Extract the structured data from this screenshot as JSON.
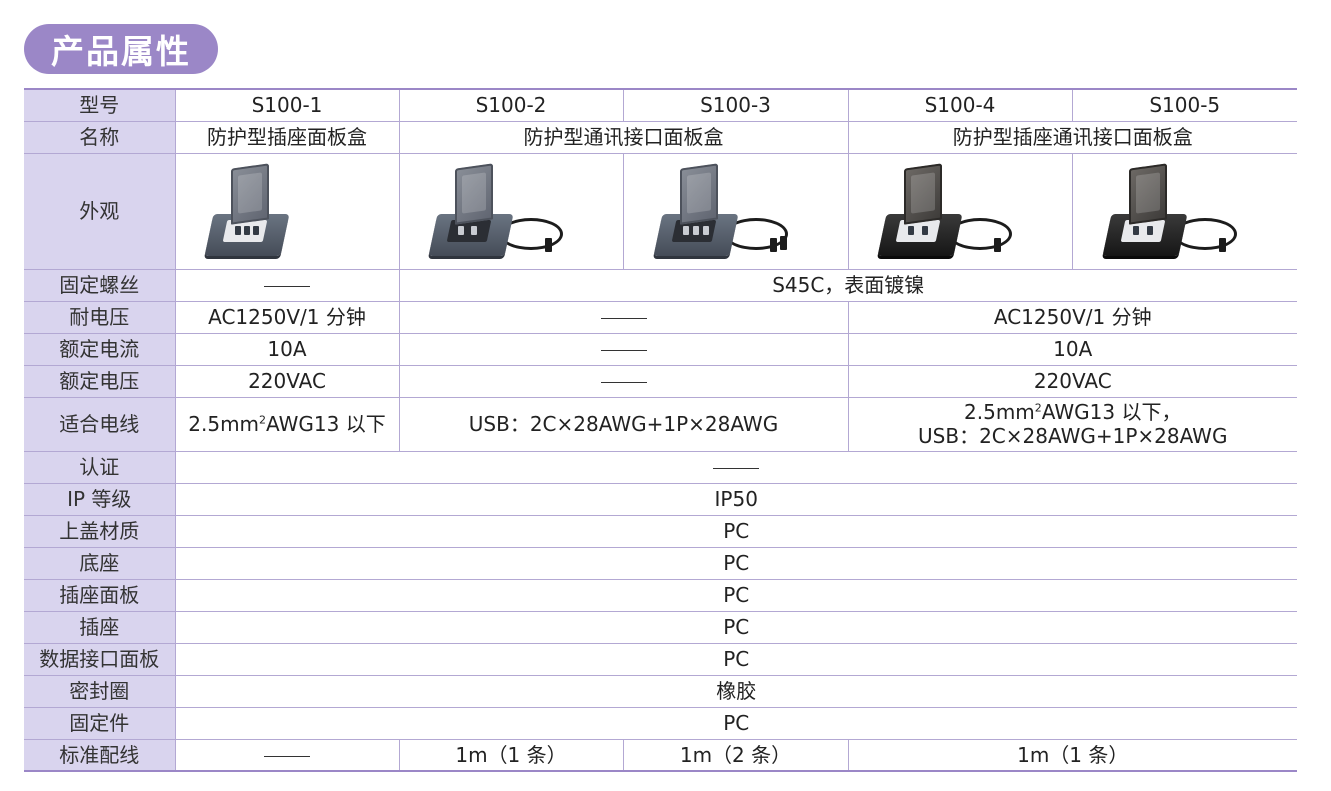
{
  "section_title": "产品属性",
  "labels": {
    "model": "型号",
    "name": "名称",
    "appearance": "外观",
    "screw": "固定螺丝",
    "withstand_voltage": "耐电压",
    "rated_current": "额定电流",
    "rated_voltage": "额定电压",
    "wire": "适合电线",
    "cert": "认证",
    "ip": "IP 等级",
    "cover": "上盖材质",
    "base": "底座",
    "socket_panel": "插座面板",
    "socket": "插座",
    "data_panel": "数据接口面板",
    "seal": "密封圈",
    "fixture": "固定件",
    "cable": "标准配线"
  },
  "models": [
    "S100-1",
    "S100-2",
    "S100-3",
    "S100-4",
    "S100-5"
  ],
  "names": {
    "g1": "防护型插座面板盒",
    "g2": "防护型通讯接口面板盒",
    "g3": "防护型插座通讯接口面板盒"
  },
  "images": [
    {
      "alt": "S100-1 外观",
      "icon": "socket-box-gray"
    },
    {
      "alt": "S100-2 外观",
      "icon": "comm-box-gray-with-cable"
    },
    {
      "alt": "S100-3 外观",
      "icon": "comm-box-gray-with-cable"
    },
    {
      "alt": "S100-4 外观",
      "icon": "socket-comm-box-black-with-cable"
    },
    {
      "alt": "S100-5 外观",
      "icon": "socket-comm-box-black-with-cable"
    }
  ],
  "values": {
    "screw_rest": "S45C，表面镀镍",
    "withstand_g1": "AC1250V/1 分钟",
    "withstand_g3": "AC1250V/1 分钟",
    "current_g1": "10A",
    "current_g3": "10A",
    "voltage_g1": "220VAC",
    "voltage_g3": "220VAC",
    "wire_g1_pre": "2.5mm",
    "wire_sup": "2",
    "wire_g1_post": "AWG13 以下",
    "wire_g2": "USB：2C×28AWG+1P×28AWG",
    "wire_g3_line1_pre": "2.5mm",
    "wire_g3_line1_post": "AWG13 以下，",
    "wire_g3_line2": "USB：2C×28AWG+1P×28AWG",
    "ip": "IP50",
    "cover": "PC",
    "base": "PC",
    "socket_panel": "PC",
    "socket": "PC",
    "data_panel": "PC",
    "seal": "橡胶",
    "fixture": "PC",
    "cable_s2": "1m（1 条）",
    "cable_s3": "1m（2 条）",
    "cable_g3": "1m（1 条）"
  },
  "colors": {
    "accent": "#9b87c7",
    "label_bg": "#d9d4ee",
    "border": "#b3a8d3"
  }
}
